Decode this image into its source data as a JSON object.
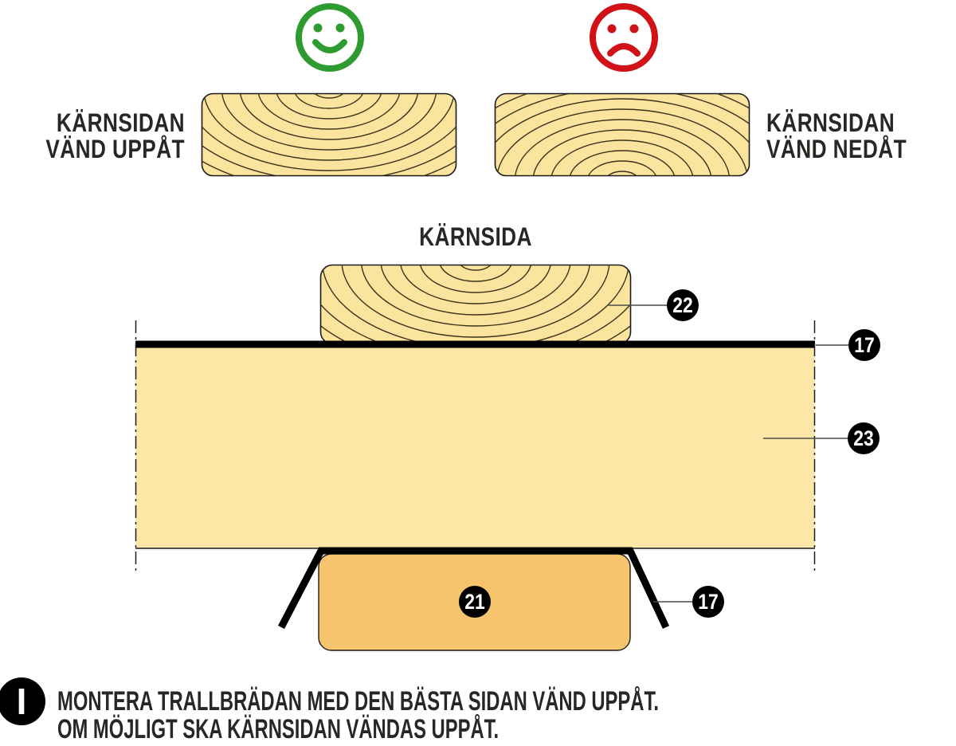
{
  "diagram": {
    "good_side": {
      "line1": "KÄRNSIDAN",
      "line2": "VÄND UPPÅT",
      "mood_icon": "happy-face"
    },
    "bad_side": {
      "line1": "KÄRNSIDAN",
      "line2": "VÄND NEDÅT",
      "mood_icon": "sad-face"
    },
    "heartwood_label": "KÄRNSIDA",
    "callouts": {
      "deck_board": "22",
      "membrane_top": "17",
      "joist": "23",
      "bearer": "21",
      "membrane_bottom": "17"
    }
  },
  "note": {
    "icon_letter": "I",
    "line1": "MONTERA TRALLBRÄDAN MED DEN BÄSTA SIDAN VÄND UPPÅT.",
    "line2": "OM MÖJLIGT SKA KÄRNSIDAN VÄNDAS UPPÅT."
  },
  "colors": {
    "wood_light": "#FBE49E",
    "wood_mid": "#FCE7A7",
    "wood_orange": "#F6C46D",
    "wood_ring": "#3A331B",
    "happy_green": "#2E9B30",
    "sad_red": "#D01218",
    "ink": "#000000",
    "leader_gray": "#4d4d4d",
    "text_dark": "#282724"
  }
}
